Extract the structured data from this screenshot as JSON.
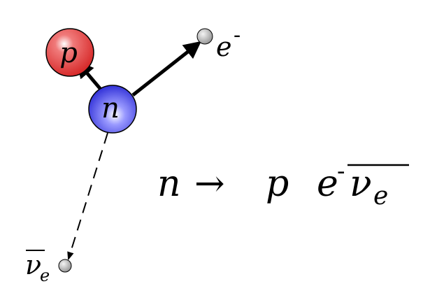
{
  "particles": {
    "proton": {
      "symbol": "p",
      "color": "#e23a3a"
    },
    "neutron": {
      "symbol": "n",
      "color": "#2a2ad8"
    },
    "electron": {
      "symbol": "e",
      "charge": "-",
      "color": "#9a9a9a"
    },
    "antineutrino": {
      "symbol": "ν",
      "subscript": "e",
      "bar": true,
      "color": "#9a9a9a"
    }
  },
  "equation": {
    "lhs": "n",
    "arrow": "→",
    "p": "p",
    "e": "e",
    "e_charge": "-",
    "nu": "ν",
    "nu_subscript": "e"
  },
  "arrows": {
    "neutron_to_proton": "solid",
    "neutron_to_electron": "solid",
    "neutron_to_antineutrino": "dashed"
  }
}
